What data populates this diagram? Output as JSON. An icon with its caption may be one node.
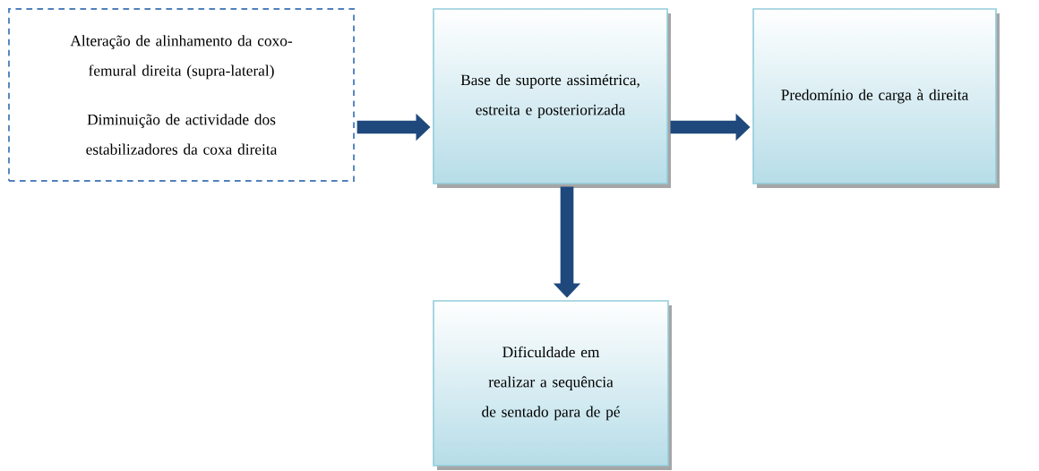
{
  "diagram": {
    "nodes": [
      {
        "text": [
          "Alteração de alinhamento da coxo-femural direita (supra-lateral)",
          "Diminuição de actividade dos estabilizadores da coxa direita"
        ]
      },
      {
        "text": [
          "Base de suporte assimétrica, estreita e posteriorizada"
        ]
      },
      {
        "text": [
          "Predomínio de carga à direita"
        ]
      },
      {
        "text": [
          "Dificuldade em realizar a sequência de sentado para de pé"
        ]
      }
    ],
    "edges": [
      {
        "from": 0,
        "to": 1,
        "arrow": "to"
      },
      {
        "from": 1,
        "to": 2,
        "arrow": "to"
      },
      {
        "from": 1,
        "to": 3,
        "arrow": "to"
      }
    ]
  }
}
